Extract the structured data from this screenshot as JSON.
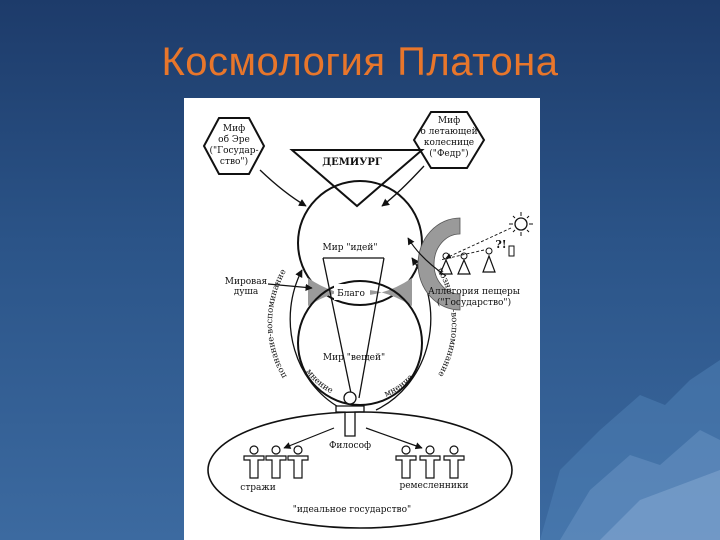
{
  "slide": {
    "title": "Космология Платона"
  },
  "diagram": {
    "myth_er": [
      "Миф",
      "об Эре",
      "(\"Государ-",
      "ство\")"
    ],
    "myth_chariot": [
      "Миф",
      "о летающей",
      "колеснице",
      "(\"Федр\")"
    ],
    "demiurge": "ДЕМИУРГ",
    "world_of_ideas": "Мир \"идей\"",
    "good": "Благо",
    "world_of_things": "Мир \"вещей\"",
    "world_soul": [
      "Мировая",
      "душа"
    ],
    "cave_allegory": [
      "Аллегория пещеры",
      "(\"Государство\")"
    ],
    "cave_mark": "?!",
    "knowledge_left": "познание-воспоминание",
    "knowledge_right": "познание-воспоминание",
    "opinion_left": "мнение",
    "opinion_right": "мнение",
    "philosopher": "Философ",
    "guards": "стражи",
    "artisans": "ремесленники",
    "ideal_state": "\"идеальное государство\""
  },
  "colors": {
    "title": "#e8762b",
    "background_top": "#1d3b6a",
    "background_bottom": "#3c6aa0",
    "panel": "#ffffff",
    "ink": "#111111",
    "shade": "#9a9a9a"
  }
}
